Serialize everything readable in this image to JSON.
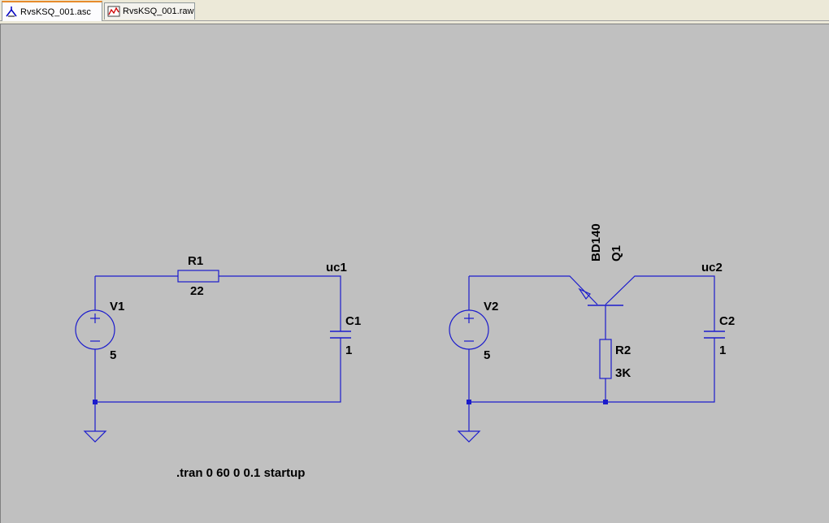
{
  "tabs": [
    {
      "label": "RvsKSQ_001.asc",
      "icon": "schematic-icon",
      "active": true
    },
    {
      "label": "RvsKSQ_001.raw",
      "icon": "waveform-icon",
      "active": false
    }
  ],
  "colors": {
    "wire": "#1c1ccc",
    "junction": "#1c1ccc",
    "background": "#c0c0c0",
    "text": "#000000",
    "active_tab_accent": "#e68b2c"
  },
  "circuit1": {
    "source": {
      "name": "V1",
      "value": "5"
    },
    "resistor": {
      "name": "R1",
      "value": "22"
    },
    "capacitor": {
      "name": "C1",
      "value": "1"
    },
    "node_label": "uc1"
  },
  "circuit2": {
    "source": {
      "name": "V2",
      "value": "5"
    },
    "transistor": {
      "name": "Q1",
      "model": "BD140"
    },
    "resistor": {
      "name": "R2",
      "value": "3K"
    },
    "capacitor": {
      "name": "C2",
      "value": "1"
    },
    "node_label": "uc2"
  },
  "directive": ".tran 0 60 0 0.1 startup"
}
